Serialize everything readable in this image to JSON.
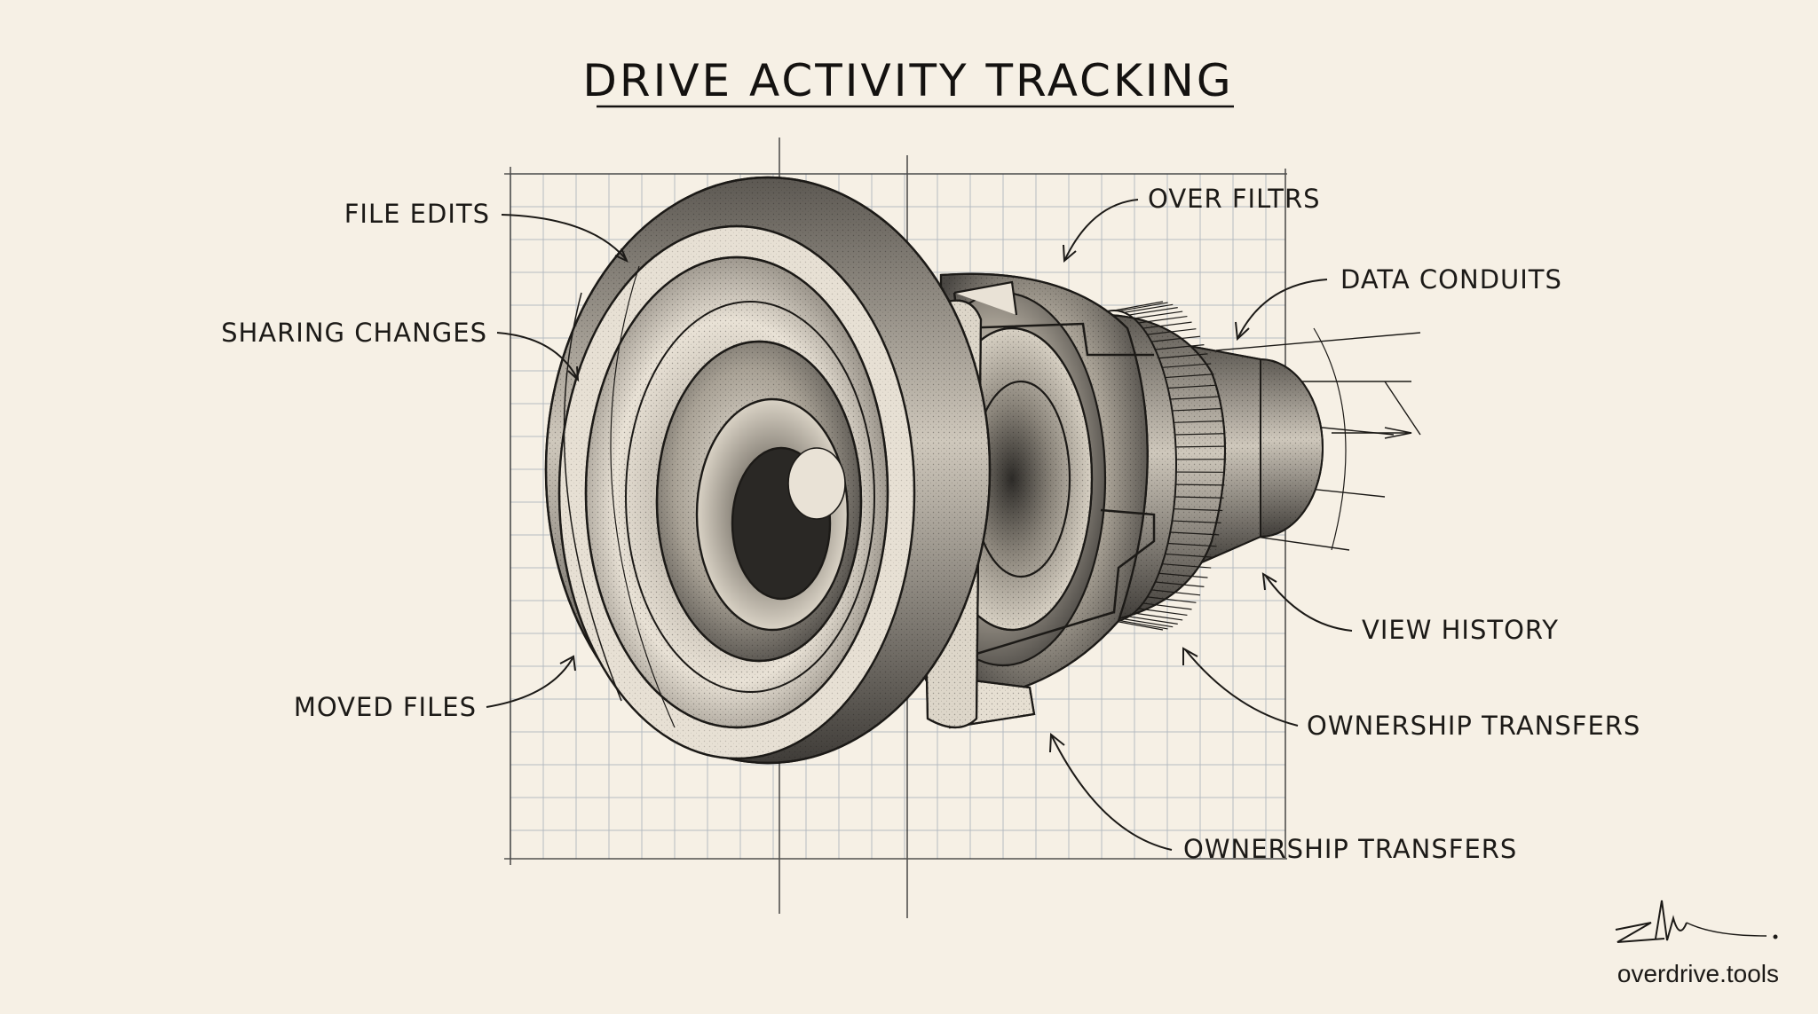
{
  "title": "DRIVE ACTIVITY TRACKING",
  "labels": {
    "file_edits": "FILE EDITS",
    "sharing_changes": "SHARING CHANGES",
    "moved_files": "MOVED FILES",
    "over_filtrs": "OVER FILTRS",
    "data_conduits": "DATA CONDUITS",
    "view_history": "VIEW HISTORY",
    "ownership_transfers_1": "OWNERSHIP TRANSFERS",
    "ownership_transfers_2": "OWNERSHIP TRANSFERS"
  },
  "footer": {
    "brand": "overdrive.tools"
  },
  "colors": {
    "paper": "#f6f0e5",
    "ink": "#1c1a17",
    "grid": "#9aa6b2"
  }
}
